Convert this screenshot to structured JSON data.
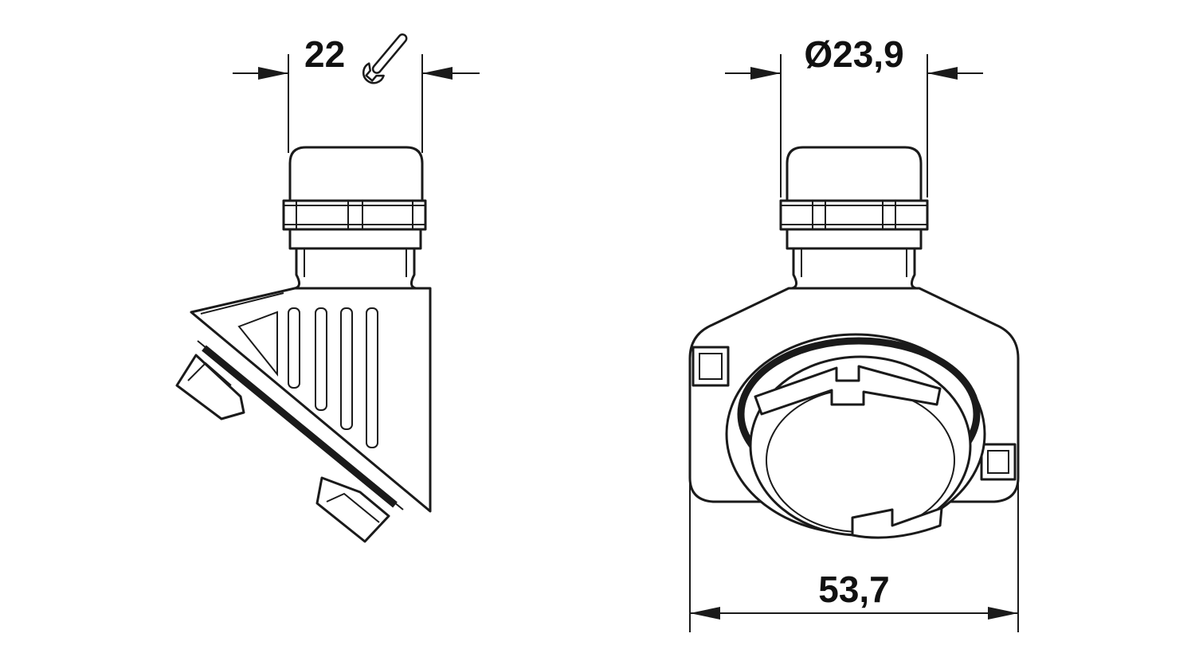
{
  "dimensions": {
    "wrench_size": "22",
    "cable_gland_diameter": "Ø23,9",
    "overall_width": "53,7"
  },
  "icons": {
    "wrench": "wrench-icon"
  },
  "colors": {
    "line": "#1a1a1a",
    "background": "#ffffff"
  }
}
